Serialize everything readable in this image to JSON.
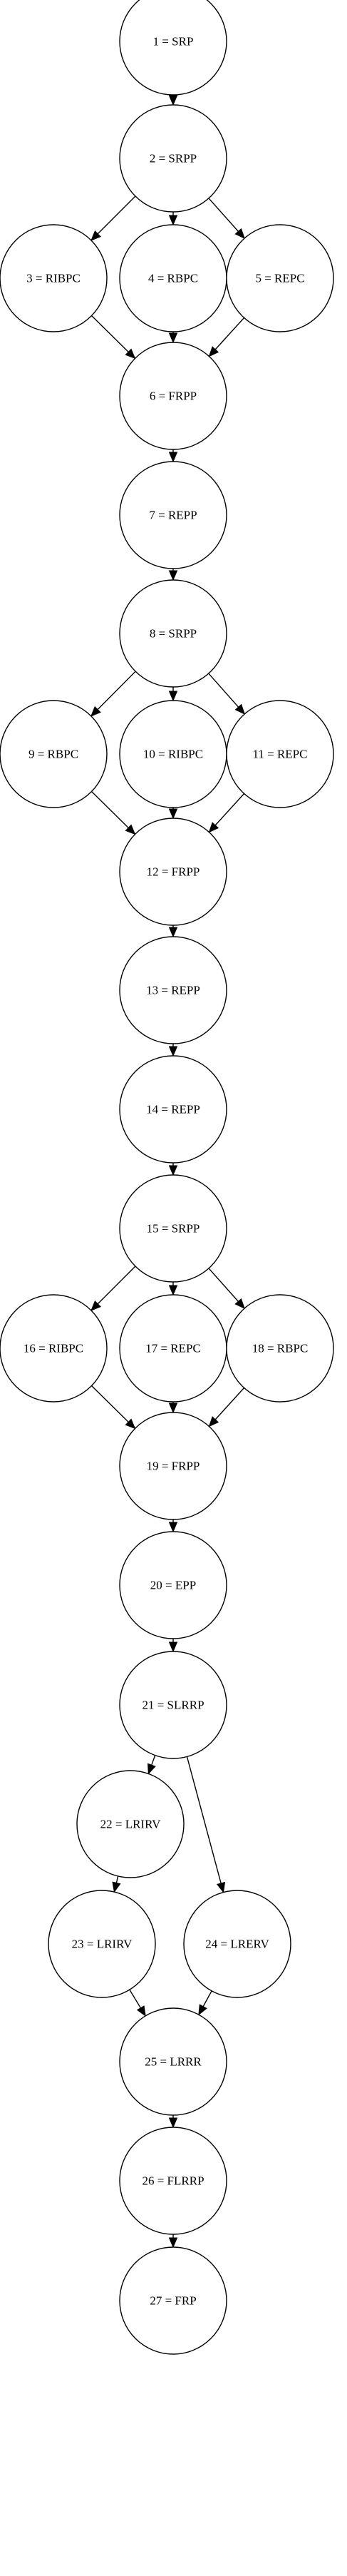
{
  "nodes": [
    {
      "id": "1",
      "label": "1 = SRP"
    },
    {
      "id": "2",
      "label": "2 = SRPP"
    },
    {
      "id": "3",
      "label": "3 = RIBPC"
    },
    {
      "id": "4",
      "label": "4 = RBPC"
    },
    {
      "id": "5",
      "label": "5 = REPC"
    },
    {
      "id": "6",
      "label": "6 = FRPP"
    },
    {
      "id": "7",
      "label": "7 = REPP"
    },
    {
      "id": "8",
      "label": "8 = SRPP"
    },
    {
      "id": "9",
      "label": "9 = RBPC"
    },
    {
      "id": "10",
      "label": "10 = RIBPC"
    },
    {
      "id": "11",
      "label": "11 = REPC"
    },
    {
      "id": "12",
      "label": "12 = FRPP"
    },
    {
      "id": "13",
      "label": "13 = REPP"
    },
    {
      "id": "14",
      "label": "14 = REPP"
    },
    {
      "id": "15",
      "label": "15 = SRPP"
    },
    {
      "id": "16",
      "label": "16 = RIBPC"
    },
    {
      "id": "17",
      "label": "17 = REPC"
    },
    {
      "id": "18",
      "label": "18 = RBPC"
    },
    {
      "id": "19",
      "label": "19 = FRPP"
    },
    {
      "id": "20",
      "label": "20 = EPP"
    },
    {
      "id": "21",
      "label": "21 = SLRRP"
    },
    {
      "id": "22",
      "label": "22 = LRIRV"
    },
    {
      "id": "23",
      "label": "23 = LRIRV"
    },
    {
      "id": "24",
      "label": "24 = LRERV"
    },
    {
      "id": "25",
      "label": "25 = LRRR"
    },
    {
      "id": "26",
      "label": "26 = FLRRP"
    },
    {
      "id": "27",
      "label": "27 = FRP"
    }
  ],
  "edges": [
    {
      "from": "1",
      "to": "2"
    },
    {
      "from": "2",
      "to": "3"
    },
    {
      "from": "2",
      "to": "4"
    },
    {
      "from": "2",
      "to": "5"
    },
    {
      "from": "3",
      "to": "6"
    },
    {
      "from": "4",
      "to": "6"
    },
    {
      "from": "5",
      "to": "6"
    },
    {
      "from": "6",
      "to": "7"
    },
    {
      "from": "7",
      "to": "8"
    },
    {
      "from": "8",
      "to": "9"
    },
    {
      "from": "8",
      "to": "10"
    },
    {
      "from": "8",
      "to": "11"
    },
    {
      "from": "9",
      "to": "12"
    },
    {
      "from": "10",
      "to": "12"
    },
    {
      "from": "11",
      "to": "12"
    },
    {
      "from": "12",
      "to": "13"
    },
    {
      "from": "13",
      "to": "14"
    },
    {
      "from": "14",
      "to": "15"
    },
    {
      "from": "15",
      "to": "16"
    },
    {
      "from": "15",
      "to": "17"
    },
    {
      "from": "15",
      "to": "18"
    },
    {
      "from": "16",
      "to": "19"
    },
    {
      "from": "17",
      "to": "19"
    },
    {
      "from": "18",
      "to": "19"
    },
    {
      "from": "19",
      "to": "20"
    },
    {
      "from": "20",
      "to": "21"
    },
    {
      "from": "21",
      "to": "22"
    },
    {
      "from": "21",
      "to": "24"
    },
    {
      "from": "22",
      "to": "23"
    },
    {
      "from": "23",
      "to": "25"
    },
    {
      "from": "24",
      "to": "25"
    },
    {
      "from": "25",
      "to": "26"
    },
    {
      "from": "26",
      "to": "27"
    }
  ]
}
